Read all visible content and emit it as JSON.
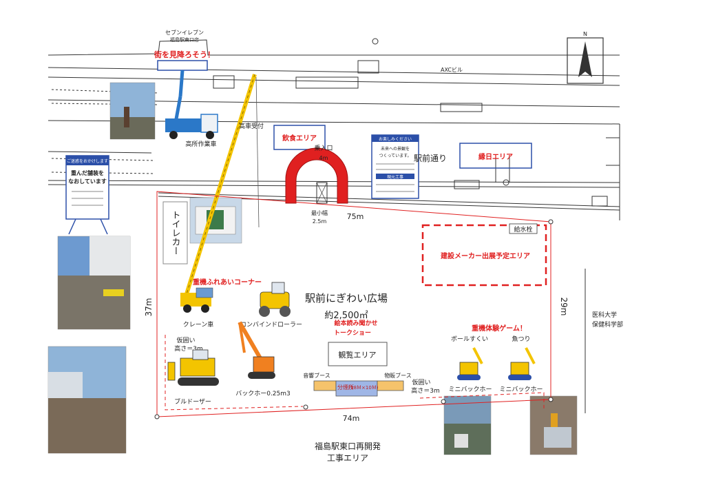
{
  "labels": {
    "seven_eleven": "セブンイレブン",
    "seven_eleven_sub": "福島駅東口店",
    "look_down": "街を見降ろそう！",
    "axc": "AXCビル",
    "north": "N",
    "aerial_truck": "高所作業車",
    "reception": "高車受付",
    "food_area": "飲食エリア",
    "entrance": "乗入口",
    "entrance_width": "4m",
    "ekimae_dori": "駅前通り",
    "sales_area": "縁日エリア",
    "width_min": "最小幅",
    "width_min_val": "2.5m",
    "dist_75": "75m",
    "hydrant": "給水栓",
    "builder_area": "建設メーカー出展予定エリア",
    "toilet_car": "トイレカー",
    "heavy_touch": "重機ふれあいコーナー",
    "plaza": "駅前にぎわい広場",
    "plaza_area": "約2,500㎡",
    "picture_book": "絵本読み聞かせ",
    "talk_show": "トークショー",
    "crane": "クレーン車",
    "roller": "コンバインドローラー",
    "dist_37": "37m",
    "dist_29": "29m",
    "univ": "医科大学",
    "univ2": "保健科学部",
    "fence1": "仮囲い",
    "fence1_h": "高さ＝3m",
    "bulldozer": "ブルドーザー",
    "backhoe": "バックホー0.25m3",
    "viewing": "観覧エリア",
    "audio_booth": "音響ブース",
    "merch_booth": "物販ブース",
    "rest": "分煙所",
    "rest_detail": "(18Ｍ×10Ｍ)",
    "fence2": "仮囲い",
    "fence2_h": "高さ＝3m",
    "heavy_game": "重機体験ゲーム！",
    "ball_scoop": "ボールすくい",
    "fishing": "魚つり",
    "mini_bh1": "ミニバックホー",
    "mini_bh2": "ミニバックホー",
    "dist_74": "74m",
    "construction_1": "福島駅東口再開発",
    "construction_2": "工事エリア"
  },
  "sign_left": {
    "title": "ご迷惑をおかけします",
    "body1": "重んだ舗装を",
    "body2": "なおしています"
  },
  "sign_center": {
    "header": "お楽しみください",
    "line1": "未来への景観を",
    "line2": "つくっています。",
    "footer": "現元工事"
  },
  "colors": {
    "red": "#e02020",
    "blue": "#2b4fa8",
    "yellow": "#f3c400",
    "orange": "#f08020",
    "booth": "#f5c36b",
    "rest": "#9fb6e6"
  }
}
